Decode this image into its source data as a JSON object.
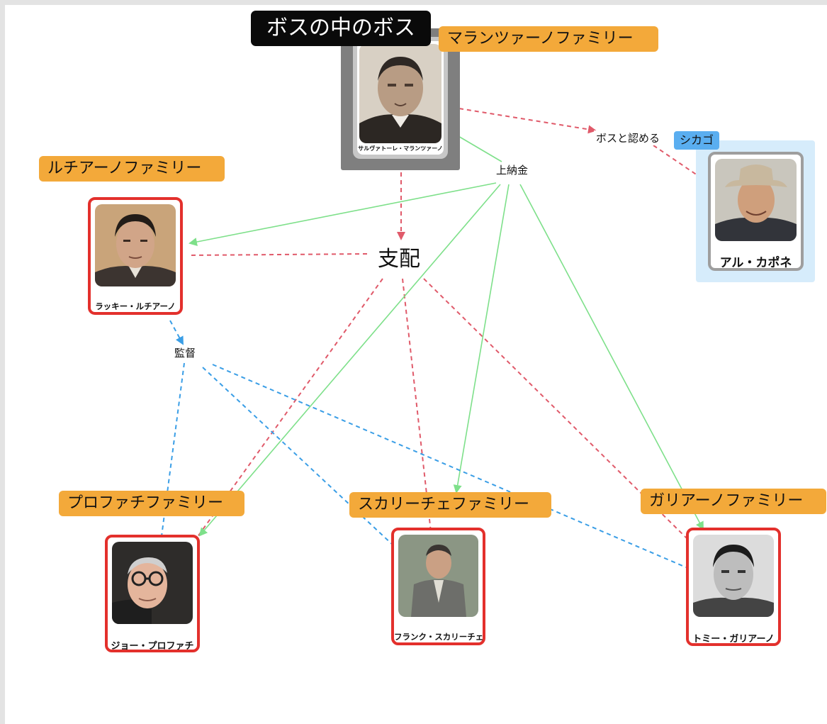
{
  "title": "ボスの中のボス",
  "families": {
    "maranzano": "マランツァーノファミリー",
    "luciano": "ルチアーノファミリー",
    "profaci": "プロファチファミリー",
    "scalise": "スカリーチェファミリー",
    "gagliano": "ガリアーノファミリー"
  },
  "chicago": "シカゴ",
  "people": {
    "maranzano": "サルヴァトーレ・マランツァーノ",
    "luciano": "ラッキー・ルチアーノ",
    "capone": "アル・カポネ",
    "profaci": "ジョー・プロファチ",
    "scalise": "フランク・スカリーチェ",
    "gagliano": "トミー・ガリアーノ"
  },
  "edge_labels": {
    "recognize": "ボスと認める",
    "tribute": "上納金",
    "control": "支配",
    "supervise": "監督"
  },
  "colors": {
    "tag": "#f3a93a",
    "card_border": "#e3302c",
    "control": "#e05a6a",
    "tribute": "#7ee08a",
    "supervise": "#3a9ee6",
    "chicago": "#5aaef0"
  }
}
